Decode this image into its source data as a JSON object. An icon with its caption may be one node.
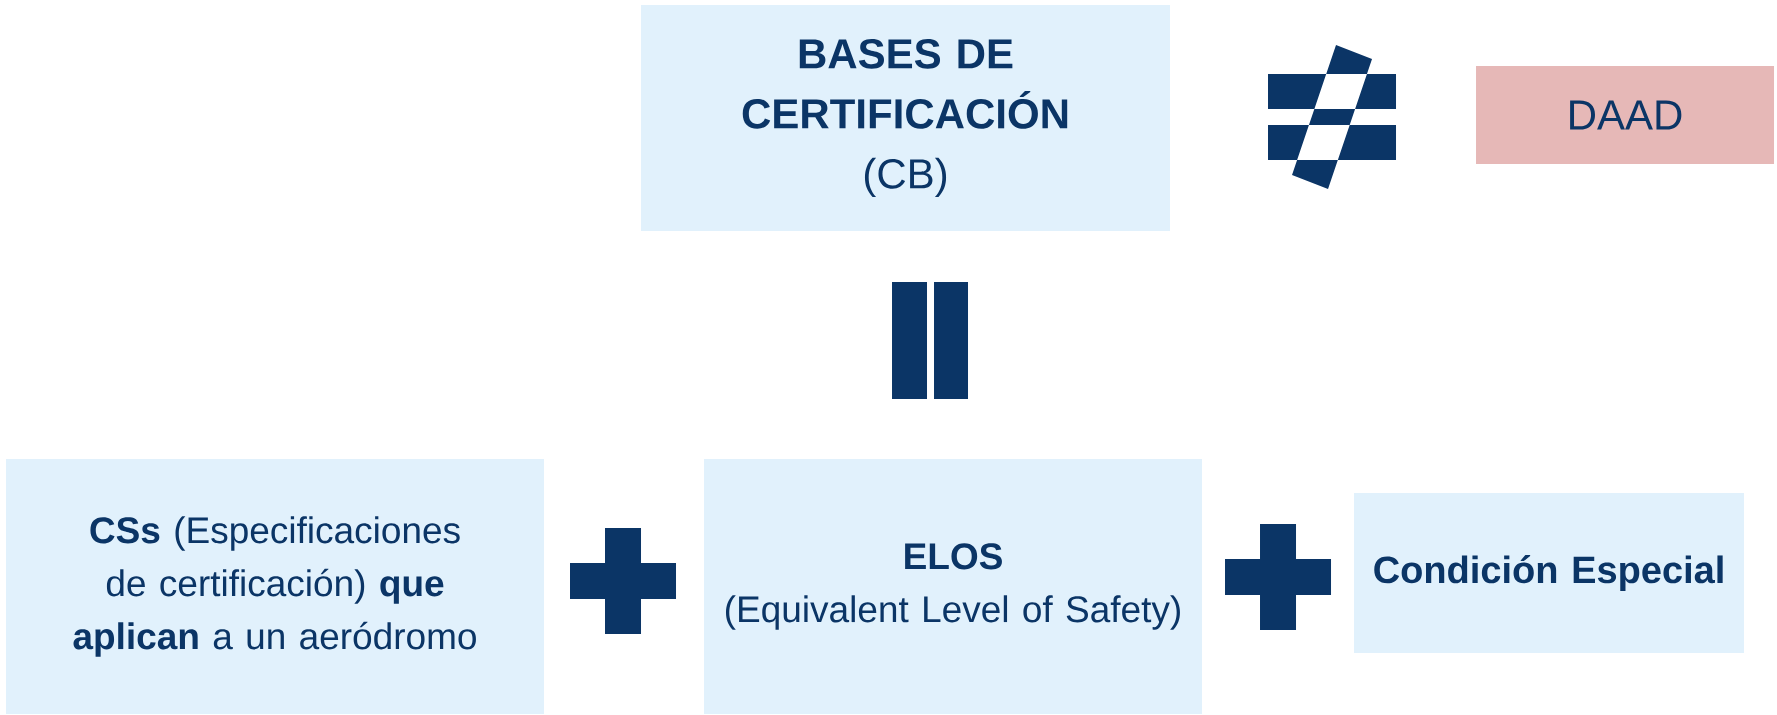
{
  "diagram": {
    "nodes": [
      {
        "text": [
          "BASES DE CERTIFICACIÓN",
          "(CB)"
        ]
      },
      {
        "text": [
          "DAAD"
        ]
      },
      {
        "text": [
          "**CSs** (Especificaciones de certificación) **que aplican** a un aeródromo"
        ]
      },
      {
        "text": [
          "ELOS",
          "(Equivalent Level of Safety)"
        ]
      },
      {
        "text": [
          "Condición Especial"
        ]
      }
    ]
  }
}
